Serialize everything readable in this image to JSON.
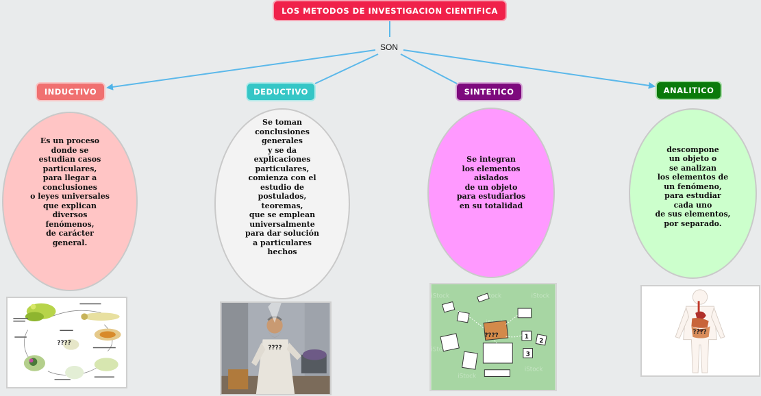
{
  "title": "LOS METODOS DE INVESTIGACION CIENTIFICA",
  "connector": "SON",
  "methods": [
    {
      "label": "INDUCTIVO",
      "color": "#f07070",
      "description": "Es un proceso\ndonde se\nestudian casos\nparticulares,\npara llegar a\nconclusiones\no leyes universales\nque explican\ndiversos\nfenómenos,\nde carácter\ngeneral.",
      "image_label": "????"
    },
    {
      "label": "DEDUCTIVO",
      "color": "#35c6c6",
      "description": "Se toman\nconclusiones\ngenerales\ny se da\nexplicaciones\nparticulares,\ncomienza con el\nestudio de\npostulados,\nteoremas,\nque se emplean\nuniversalmente\npara dar solución\na particulares\nhechos",
      "image_label": "????"
    },
    {
      "label": "SINTETICO",
      "color": "#7d0a7d",
      "description": "Se integran\nlos elementos\naislados\nde un objeto\npara estudiarlos\nen su totalidad",
      "image_label": "????"
    },
    {
      "label": "ANALITICO",
      "color": "#0a7a0a",
      "description": "descompone\nun objeto o\nse analizan\nlos elementos de\nun fenómeno,\npara estudiar\ncada uno\nde sus elementos,\npor separado.",
      "image_label": "????"
    }
  ],
  "watermark": "iStock"
}
